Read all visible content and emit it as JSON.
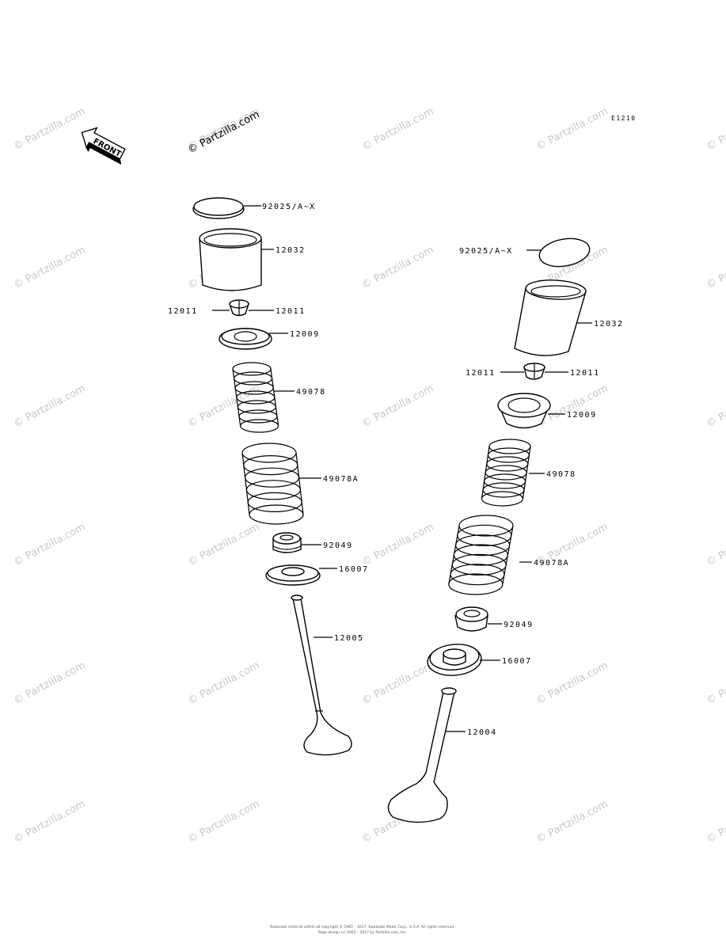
{
  "diagram": {
    "code": "E1210",
    "brand": "© Partzilla.com",
    "watermark": "© Partzilla.com",
    "front_label": "FRONT",
    "footer": {
      "line1": "Kawasaki material within all copyright © 1985 – 2017, Kawasaki Motor Corp., U.S.A. All rights reserved.",
      "line2": "Page design (c) 2002 – 2017 by Partzilla.com, Inc."
    }
  },
  "left_column": [
    {
      "id": "L1",
      "text": "92025/A~X"
    },
    {
      "id": "L2",
      "text": "12032"
    },
    {
      "id": "L3",
      "text": "12011"
    },
    {
      "id": "L3b",
      "text": "12011"
    },
    {
      "id": "L4",
      "text": "12009"
    },
    {
      "id": "L5",
      "text": "49078"
    },
    {
      "id": "L6",
      "text": "49078A"
    },
    {
      "id": "L7",
      "text": "92049"
    },
    {
      "id": "L8",
      "text": "16007"
    },
    {
      "id": "L9",
      "text": "12005"
    }
  ],
  "right_column": [
    {
      "id": "R1",
      "text": "92025/A~X"
    },
    {
      "id": "R2",
      "text": "12032"
    },
    {
      "id": "R3",
      "text": "12011"
    },
    {
      "id": "R3b",
      "text": "12011"
    },
    {
      "id": "R4",
      "text": "12009"
    },
    {
      "id": "R5",
      "text": "49078"
    },
    {
      "id": "R6",
      "text": "49078A"
    },
    {
      "id": "R7",
      "text": "92049"
    },
    {
      "id": "R8",
      "text": "16007"
    },
    {
      "id": "R9",
      "text": "12004"
    }
  ]
}
